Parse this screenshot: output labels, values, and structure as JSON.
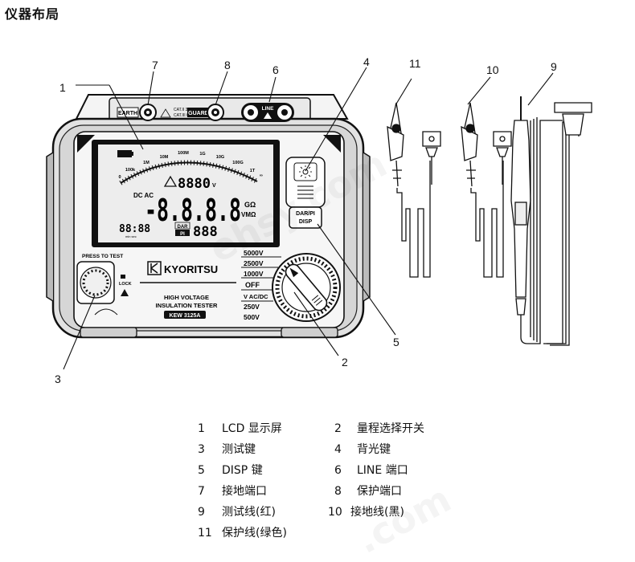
{
  "title": "仪器布局",
  "callouts": [
    "1",
    "2",
    "3",
    "4",
    "5",
    "6",
    "7",
    "8",
    "9",
    "10",
    "11"
  ],
  "device": {
    "brand": "KYORITSU",
    "model_line1": "HIGH VOLTAGE",
    "model_line2": "INSULATION TESTER",
    "model_badge": "KEW 3125A",
    "press_to_test": "PRESS TO TEST",
    "lock": "LOCK",
    "earth": "EARTH",
    "guard": "GUARD",
    "line": "LINE",
    "cat_text": "CAT.II 300V\nCAT.III 600V",
    "dar_pi_disp": "DAR/PI\nDISP",
    "lcd": {
      "scale": [
        "0",
        "100k",
        "1M",
        "10M",
        "100M",
        "1G",
        "10G",
        "100G",
        "1T",
        "∞"
      ],
      "small_digits": "8880",
      "small_unit": "V",
      "dc_ac": "DC AC",
      "main_digits": "-8.8.8.8",
      "unit_top": "GΩ",
      "unit_bot": "VMΩ",
      "timer": "88:88",
      "timer_units": "min  sec",
      "dar": "DAR",
      "pi": "PI",
      "dar_digits": "888"
    },
    "ranges": [
      "5000V",
      "2500V",
      "1000V",
      "OFF",
      "V AC/DC",
      "250V",
      "500V"
    ]
  },
  "legend": [
    {
      "num": "1",
      "text": "LCD 显示屏"
    },
    {
      "num": "2",
      "text": "量程选择开关"
    },
    {
      "num": "3",
      "text": "测试键"
    },
    {
      "num": "4",
      "text": "背光键"
    },
    {
      "num": "5",
      "text": "DISP 键"
    },
    {
      "num": "6",
      "text": "LINE 端口"
    },
    {
      "num": "7",
      "text": "接地端口"
    },
    {
      "num": "8",
      "text": "保护端口"
    },
    {
      "num": "9",
      "text": "测试线(红)"
    },
    {
      "num": "10",
      "text": "接地线(黑)"
    },
    {
      "num": "11",
      "text": "保护线(绿色)"
    }
  ]
}
